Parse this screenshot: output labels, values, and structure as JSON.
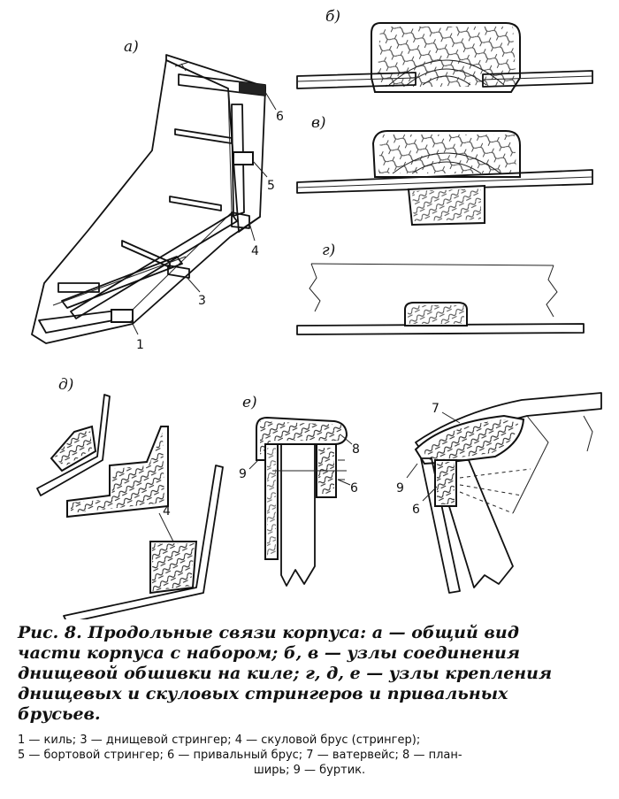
{
  "figure": {
    "panel_labels": {
      "a": "а)",
      "b": "б)",
      "v": "в)",
      "g": "г)",
      "d": "д)",
      "e": "е)"
    },
    "callouts_a": [
      "1",
      "3",
      "4",
      "5",
      "6"
    ],
    "callouts_d": [
      "4"
    ],
    "callouts_e": [
      "9",
      "8",
      "6",
      "7",
      "9",
      "6"
    ]
  },
  "caption": {
    "lead": "Рис. 8.",
    "line1": " Продольные связи корпуса: а — общий вид",
    "line2": "части корпуса с набором; б, в — узлы соединения",
    "line3": "днищевой обшивки на киле; г, д, е — узлы крепления",
    "line4": "днищевых и скуловых стрингеров и привальных",
    "line5": "брусьев."
  },
  "legend": {
    "line1": "1 — киль; 3 — днищевой стрингер; 4 — скуловой брус (стрингер);",
    "line2": "5 — бортовой стрингер; 6 — привальный брус; 7 — ватервейс; 8 — план-",
    "line3": "ширь; 9 — буртик."
  }
}
